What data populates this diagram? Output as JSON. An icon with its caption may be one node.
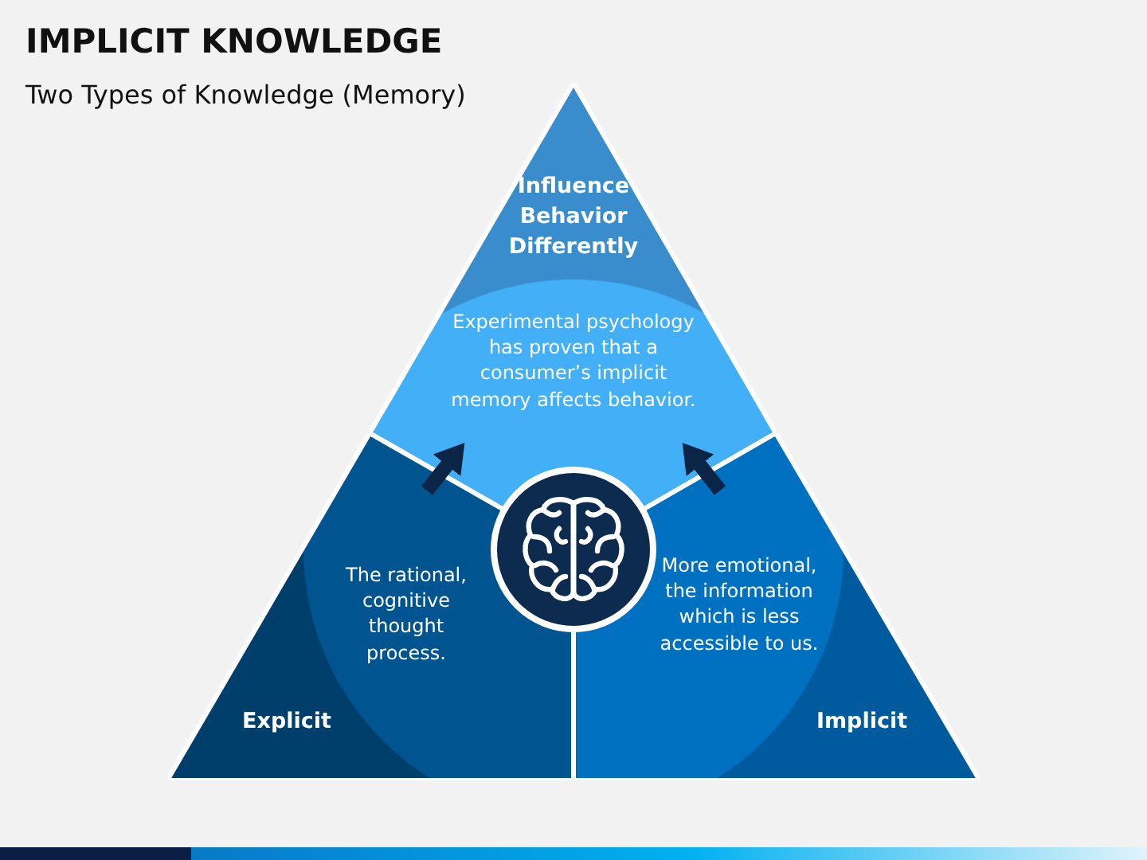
{
  "diagram": {
    "title": "IMPLICIT KNOWLEDGE",
    "caption": "Two Types of Knowledge (Memory)",
    "nodes": [
      {
        "text": [
          "Influence Behavior Differently",
          "Experimental psychology has proven that a consumer’s implicit memory affects behavior."
        ]
      },
      {
        "text": [
          "The rational, cognitive thought process.",
          "Explicit"
        ]
      },
      {
        "text": [
          "More emotional, the information which is less accessible to us.",
          "Implicit"
        ]
      },
      {
        "text": [],
        "shape": "circle"
      }
    ],
    "edges": [
      {
        "from": 1,
        "to": 0,
        "arrow": "to"
      },
      {
        "from": 2,
        "to": 0,
        "arrow": "to"
      }
    ]
  }
}
